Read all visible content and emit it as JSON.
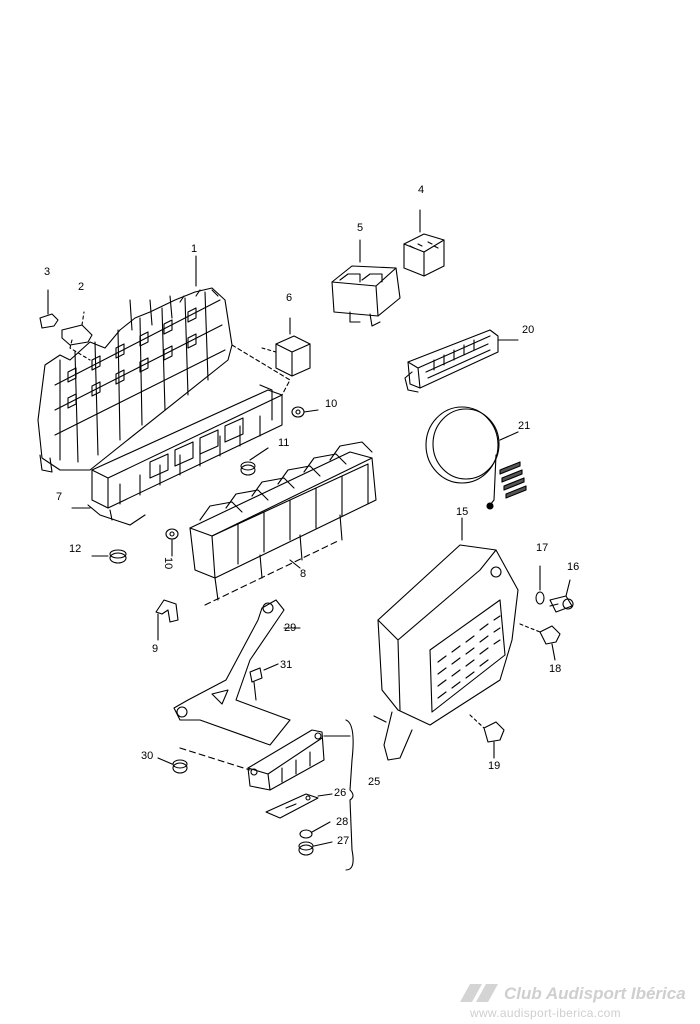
{
  "labels": {
    "p1": "1",
    "p2": "2",
    "p3": "3",
    "p4": "4",
    "p5": "5",
    "p6": "6",
    "p7": "7",
    "p8": "8",
    "p9": "9",
    "p10a": "10",
    "p10b": "10",
    "p11": "11",
    "p12": "12",
    "p15": "15",
    "p16": "16",
    "p17": "17",
    "p18": "18",
    "p19": "19",
    "p20": "20",
    "p21": "21",
    "p25": "25",
    "p26": "26",
    "p27": "27",
    "p28": "28",
    "p29": "29",
    "p30": "30",
    "p31": "31"
  },
  "watermark": {
    "title": "Club Audisport Ibérica",
    "url": "www.audisport-iberica.com"
  }
}
